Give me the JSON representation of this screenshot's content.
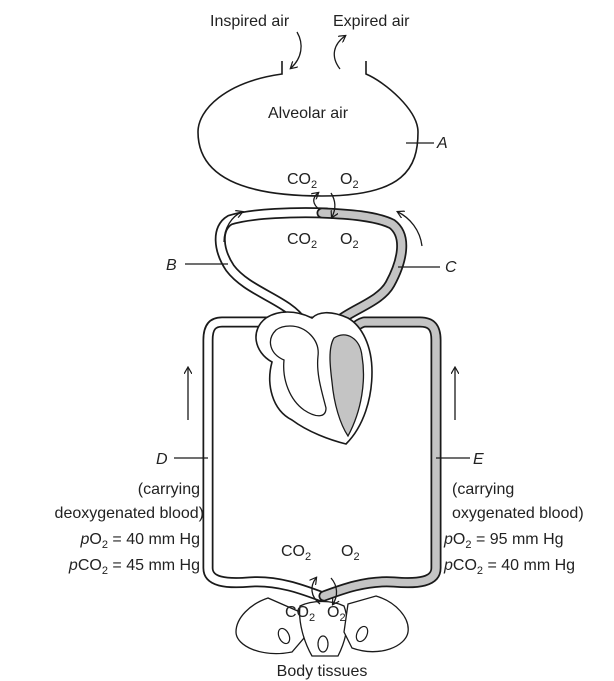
{
  "labels": {
    "inspired_air": "Inspired air",
    "expired_air": "Expired air",
    "alveolar_air": "Alveolar air",
    "body_tissues": "Body tissues",
    "A": "A",
    "B": "B",
    "C": "C",
    "D": "D",
    "E": "E"
  },
  "gases": {
    "co2": "CO",
    "o2": "O",
    "subscript": "2"
  },
  "left_note": {
    "line1": "(carrying",
    "line2": "deoxygenated blood)",
    "po2_prefix": "p",
    "po2_value": "= 40 mm Hg",
    "pco2_prefix": "p",
    "pco2_value": "= 45 mm Hg"
  },
  "right_note": {
    "line1": "(carrying",
    "line2": "oxygenated blood)",
    "po2_prefix": "p",
    "po2_value": "= 95 mm Hg",
    "pco2_prefix": "p",
    "pco2_value": "= 40 mm Hg"
  },
  "colors": {
    "oxygenated": "#c4c4c4",
    "deoxygenated": "#ffffff",
    "outline": "#1a1a1a"
  }
}
